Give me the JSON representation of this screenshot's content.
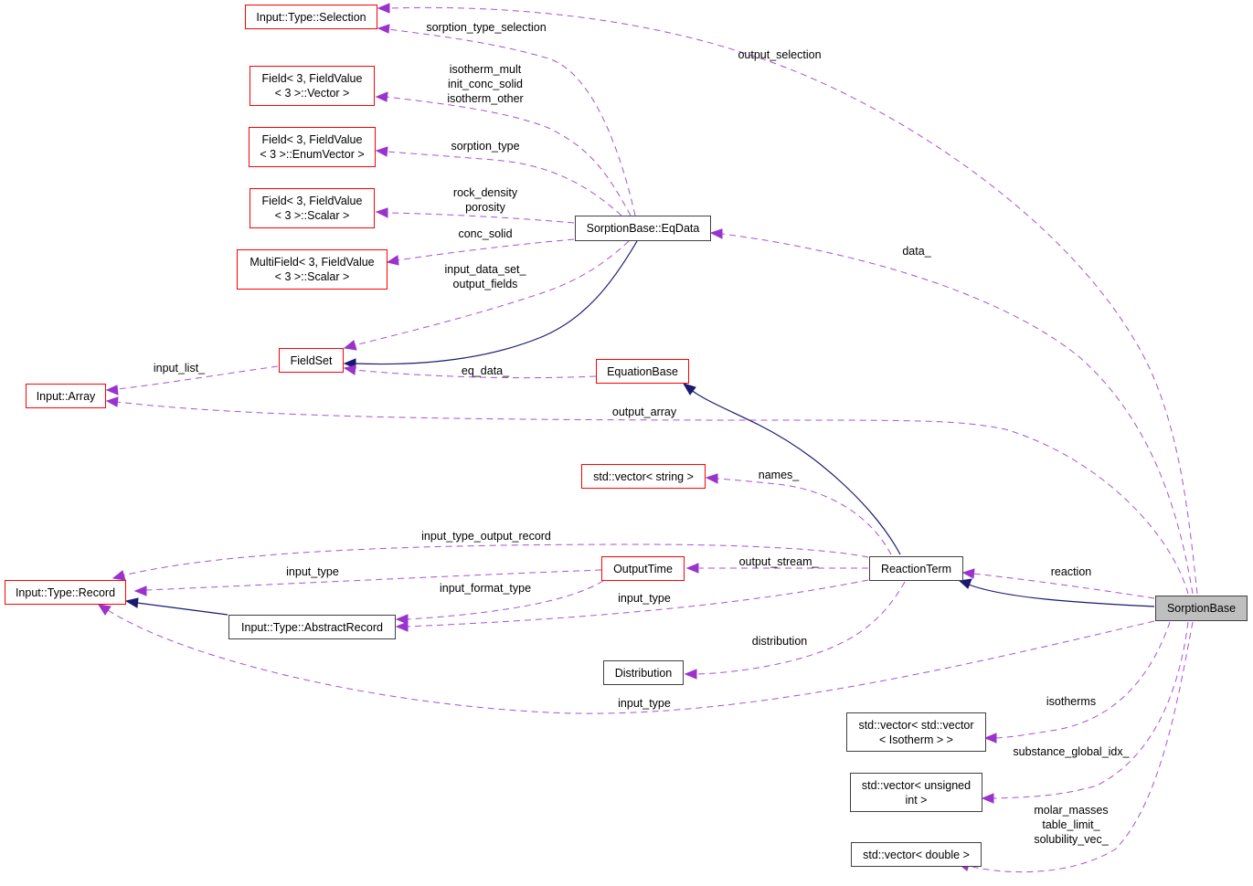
{
  "diagram": {
    "title": "SorptionBase collaboration graph",
    "colors": {
      "dependency_edge": "#9a32cd",
      "inheritance_edge": "#191970",
      "undocumented_border": "#ff0000",
      "documented_border": "#404040",
      "focus_fill": "#bfbfbf"
    },
    "nodes": {
      "input_type_selection": {
        "lines": [
          "Input::Type::Selection"
        ]
      },
      "field_vector": {
        "lines": [
          "Field< 3, FieldValue",
          "< 3 >::Vector >"
        ]
      },
      "field_enum_vector": {
        "lines": [
          "Field< 3, FieldValue",
          "< 3 >::EnumVector >"
        ]
      },
      "field_scalar": {
        "lines": [
          "Field< 3, FieldValue",
          "< 3 >::Scalar >"
        ]
      },
      "multifield_scalar": {
        "lines": [
          "MultiField< 3, FieldValue",
          "< 3 >::Scalar >"
        ]
      },
      "sorption_eqdata": {
        "lines": [
          "SorptionBase::EqData"
        ]
      },
      "fieldset": {
        "lines": [
          "FieldSet"
        ]
      },
      "input_array": {
        "lines": [
          "Input::Array"
        ]
      },
      "equation_base": {
        "lines": [
          "EquationBase"
        ]
      },
      "std_vector_string": {
        "lines": [
          "std::vector< string >"
        ]
      },
      "input_type_record": {
        "lines": [
          "Input::Type::Record"
        ]
      },
      "output_time": {
        "lines": [
          "OutputTime"
        ]
      },
      "reaction_term": {
        "lines": [
          "ReactionTerm"
        ]
      },
      "abstract_record": {
        "lines": [
          "Input::Type::AbstractRecord"
        ]
      },
      "distribution": {
        "lines": [
          "Distribution"
        ]
      },
      "sorption_base": {
        "lines": [
          "SorptionBase"
        ]
      },
      "vector_vector_isotherm": {
        "lines": [
          "std::vector< std::vector",
          "< Isotherm > >"
        ]
      },
      "vector_unsigned_int": {
        "lines": [
          "std::vector< unsigned",
          "int >"
        ]
      },
      "vector_double": {
        "lines": [
          "std::vector< double >"
        ]
      }
    },
    "edge_labels": {
      "sorption_type_selection": [
        "sorption_type_selection"
      ],
      "output_selection": [
        "output_selection"
      ],
      "isotherm_mult": [
        "isotherm_mult",
        "init_conc_solid",
        "isotherm_other"
      ],
      "sorption_type": [
        "sorption_type"
      ],
      "rock_density": [
        "rock_density",
        "porosity"
      ],
      "conc_solid": [
        "conc_solid"
      ],
      "input_data_set": [
        "input_data_set_",
        "output_fields"
      ],
      "data": [
        "data_"
      ],
      "input_list": [
        "input_list_"
      ],
      "eq_data": [
        "eq_data_"
      ],
      "output_array": [
        "output_array"
      ],
      "names": [
        "names_"
      ],
      "input_type_output_record": [
        "input_type_output_record"
      ],
      "input_type_1": [
        "input_type"
      ],
      "output_stream": [
        "output_stream_"
      ],
      "input_format_type": [
        "input_format_type"
      ],
      "input_type_2": [
        "input_type"
      ],
      "reaction": [
        "reaction"
      ],
      "distribution": [
        "distribution"
      ],
      "input_type_3": [
        "input_type"
      ],
      "isotherms": [
        "isotherms"
      ],
      "substance_global_idx": [
        "substance_global_idx_"
      ],
      "molar_masses": [
        "molar_masses",
        "table_limit_",
        "solubility_vec_"
      ]
    }
  }
}
